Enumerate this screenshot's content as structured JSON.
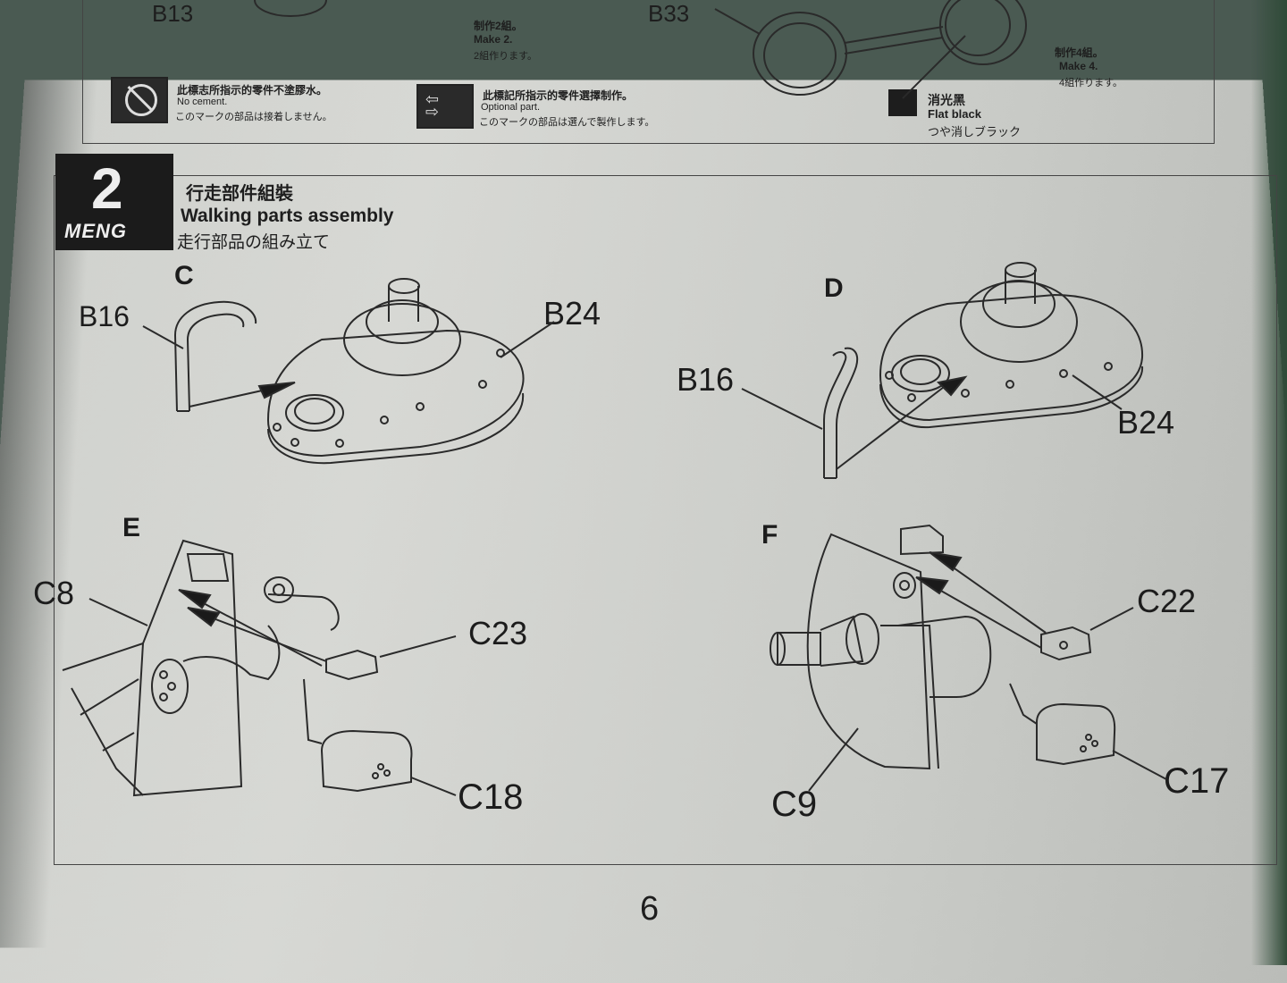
{
  "top_section": {
    "part_b13": "B13",
    "part_b33": "B33",
    "make2": {
      "cn": "制作2組。",
      "en": "Make 2.",
      "jp": "2組作ります。"
    },
    "make4": {
      "cn": "制作4組。",
      "en": "Make 4.",
      "jp": "4組作ります。"
    },
    "no_cement": {
      "cn": "此標志所指示的零件不塗膠水。",
      "en": "No cement.",
      "jp": "このマークの部品は接着しません。"
    },
    "optional": {
      "cn": "此標記所指示的零件選擇制作。",
      "en": "Optional part.",
      "jp": "このマークの部品は選んで製作します。"
    },
    "flat_black": {
      "cn": "消光黑",
      "en": "Flat black",
      "jp": "つや消しブラック"
    }
  },
  "step": {
    "number": "2",
    "brand": "MENG",
    "title_cn": "行走部件組裝",
    "title_en": "Walking parts assembly",
    "title_jp": "走行部品の組み立て"
  },
  "subassemblies": {
    "c": {
      "label": "C",
      "parts": [
        "B16",
        "B24"
      ]
    },
    "d": {
      "label": "D",
      "parts": [
        "B16",
        "B24"
      ]
    },
    "e": {
      "label": "E",
      "parts": [
        "C8",
        "C23",
        "C18"
      ]
    },
    "f": {
      "label": "F",
      "parts": [
        "C22",
        "C9",
        "C17"
      ]
    }
  },
  "page_number": "6"
}
